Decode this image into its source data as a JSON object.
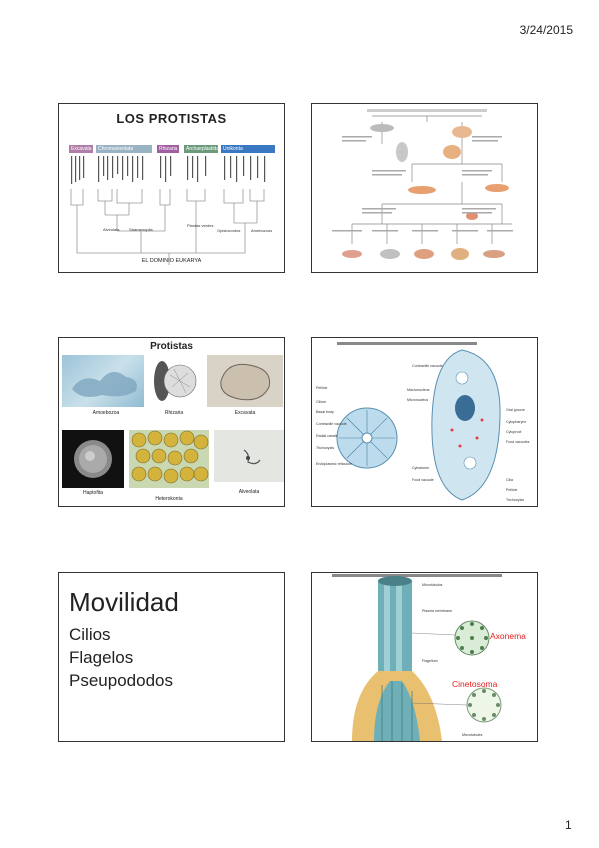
{
  "page": {
    "date": "3/24/2015",
    "number": "1"
  },
  "slide1": {
    "title": "LOS PROTISTAS",
    "groups": [
      {
        "label": "Excavata",
        "color": "#b07ea8"
      },
      {
        "label": "Chromalveolata",
        "color": "#9ab3c4"
      },
      {
        "label": "Rhizaria",
        "color": "#a05fa0"
      },
      {
        "label": "Archaeplastida",
        "color": "#6a9a7a"
      },
      {
        "label": "Unikonta",
        "color": "#3a78c2"
      }
    ],
    "sublabels": [
      "Alveolata",
      "Stramenopila",
      "Plantas verdes",
      "Opistocontos",
      "Amebozoos"
    ],
    "footer": "EL DOMINIO EUKARYA"
  },
  "slide3": {
    "title": "Protistas",
    "captions": [
      "Amoebozoa",
      "Rhizaria",
      "Excavata",
      "Haptofita",
      "Heterokonta",
      "Alveolata"
    ]
  },
  "slide4": {
    "labels_left": [
      "Pellicle",
      "Cilium",
      "Basal body",
      "Contractile vacuole",
      "Radial canals",
      "Trichocysts",
      "Endoplasmic reticulum"
    ],
    "labels_mid": [
      "Contractile vacuole",
      "Macronucleus",
      "Micronucleus",
      "Cytostome",
      "Food vacuole"
    ],
    "labels_right": [
      "Oral groove",
      "Cytopharynx",
      "Cytoproct",
      "Food vacuoles",
      "Cilia",
      "Pellicle",
      "Trichocysts"
    ]
  },
  "slide5": {
    "title": "Movilidad",
    "items": [
      "Cilios",
      "Flagelos",
      "Pseupododos"
    ]
  },
  "slide6": {
    "axonema": "Axonema",
    "cinetosoma": "Cinetosoma",
    "labels": [
      "Microtúbulos",
      "Plasma membrane",
      "Flagellum",
      "Microtubules"
    ]
  }
}
